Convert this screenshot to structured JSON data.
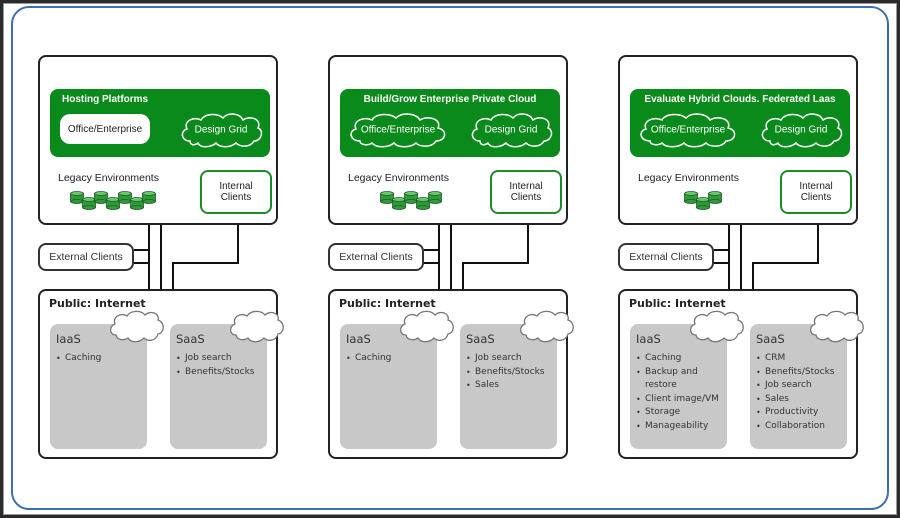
{
  "columns": [
    {
      "heading": "Hosting Platforms",
      "heading_align": "left",
      "office_label": "Office/Enterprise",
      "office_style": "pill",
      "design_label": "Design Grid",
      "legacy_label": "Legacy Environments",
      "cylinder_count": 7,
      "internal_label_1": "Internal",
      "internal_label_2": "Clients",
      "external_label": "External Clients",
      "public_title": "Public: Internet",
      "iaas": {
        "title": "IaaS",
        "items": [
          "Caching"
        ]
      },
      "saas": {
        "title": "SaaS",
        "items": [
          "Job search",
          "Benefits/Stocks"
        ]
      }
    },
    {
      "heading": "Build/Grow Enterprise Private Cloud",
      "heading_align": "center",
      "office_label": "Office/Enterprise",
      "office_style": "cloud",
      "design_label": "Design Grid",
      "legacy_label": "Legacy Environments",
      "cylinder_count": 5,
      "internal_label_1": "Internal",
      "internal_label_2": "Clients",
      "external_label": "External Clients",
      "public_title": "Public: Internet",
      "iaas": {
        "title": "IaaS",
        "items": [
          "Caching"
        ]
      },
      "saas": {
        "title": "SaaS",
        "items": [
          "Job search",
          "Benefits/Stocks",
          "Sales"
        ]
      }
    },
    {
      "heading": "Evaluate Hybrid Clouds. Federated Laas",
      "heading_align": "center",
      "office_label": "Office/Enterprise",
      "office_style": "cloud",
      "design_label": "Design Grid",
      "legacy_label": "Legacy Environments",
      "cylinder_count": 3,
      "internal_label_1": "Internal",
      "internal_label_2": "Clients",
      "external_label": "External Clients",
      "public_title": "Public: Internet",
      "iaas": {
        "title": "IaaS",
        "items": [
          "Caching",
          "Backup and restore",
          "Client image/VM",
          "Storage",
          "Manageability"
        ]
      },
      "saas": {
        "title": "SaaS",
        "items": [
          "CRM",
          "Benefits/Stocks",
          "Job search",
          "Sales",
          "Productivity",
          "Collaboration"
        ]
      }
    }
  ],
  "colors": {
    "green": "#0b8a1c",
    "frame_blue": "#3d6fb0",
    "gray_panel": "#c8c8c8"
  }
}
